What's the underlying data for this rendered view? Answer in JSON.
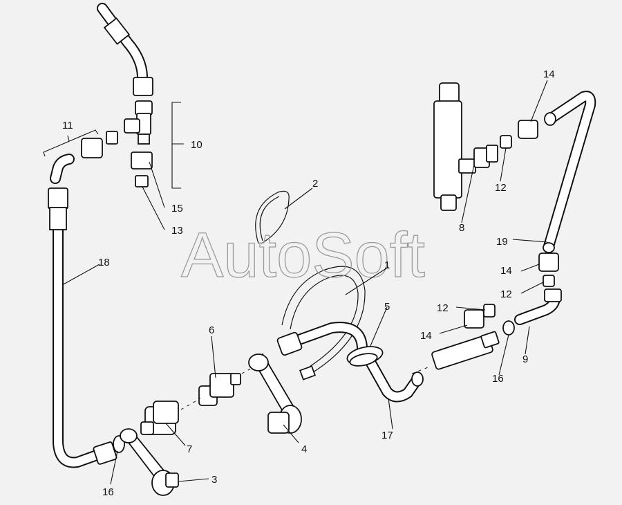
{
  "watermark": "AutoSoft",
  "labels": {
    "l1": "1",
    "l2": "2",
    "l3": "3",
    "l4": "4",
    "l5": "5",
    "l6": "6",
    "l7": "7",
    "l8": "8",
    "l9": "9",
    "l10": "10",
    "l11": "11",
    "l12a": "12",
    "l12b": "12",
    "l12c": "12",
    "l13": "13",
    "l14a": "14",
    "l14b": "14",
    "l14c": "14",
    "l15": "15",
    "l16a": "16",
    "l16b": "16",
    "l17": "17",
    "l18": "18",
    "l19": "19"
  }
}
